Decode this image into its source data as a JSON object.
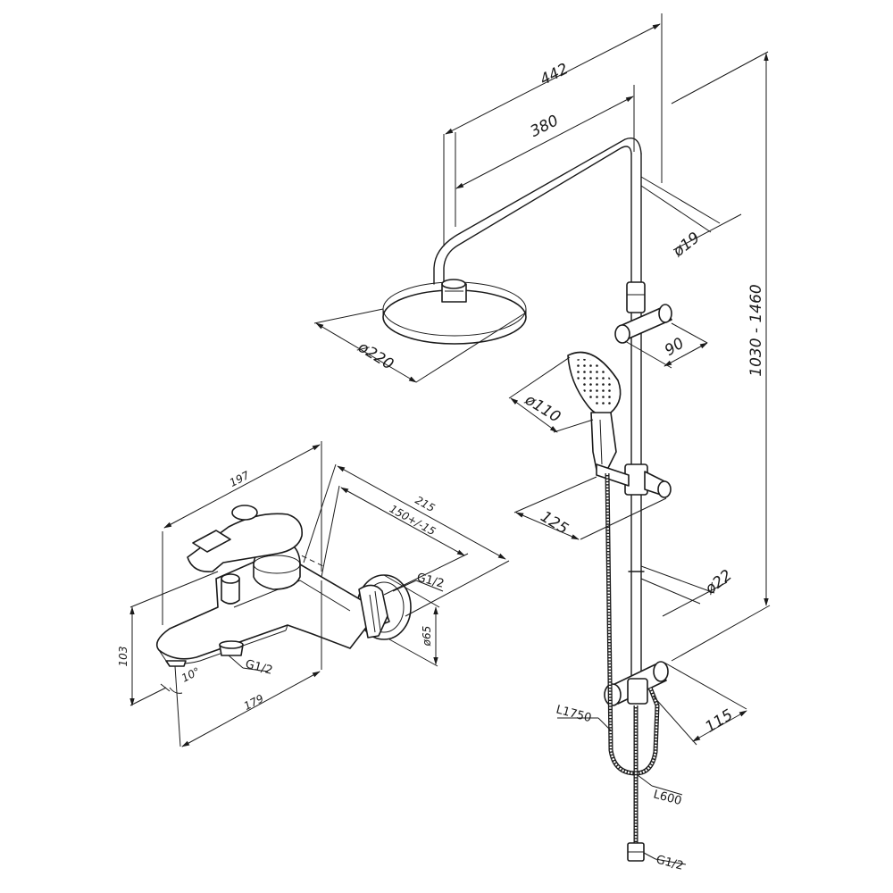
{
  "shower_system": {
    "width_overall": "442",
    "arm_reach": "380",
    "pipe_diameter_top": "ø19",
    "head_diameter": "ø220",
    "bracket_depth": "90",
    "hand_shower_diameter": "ø110",
    "hand_holder_offset": "125",
    "pipe_diameter_bottom": "ø22",
    "bottom_offset": "115",
    "height_range": "1030 - 1460",
    "hose_length": "L1750",
    "pipe_length": "L600",
    "bottom_connection": "G1/2"
  },
  "mixer": {
    "total_width": "197",
    "depth_outer": "215",
    "connection_spacing": "150+/-15",
    "inlet_thread": "G1/2",
    "escutcheon_diameter": "ø65",
    "height": "103",
    "spout_angle": "10°",
    "outlet_thread": "G1/2",
    "spout_length": "179"
  }
}
